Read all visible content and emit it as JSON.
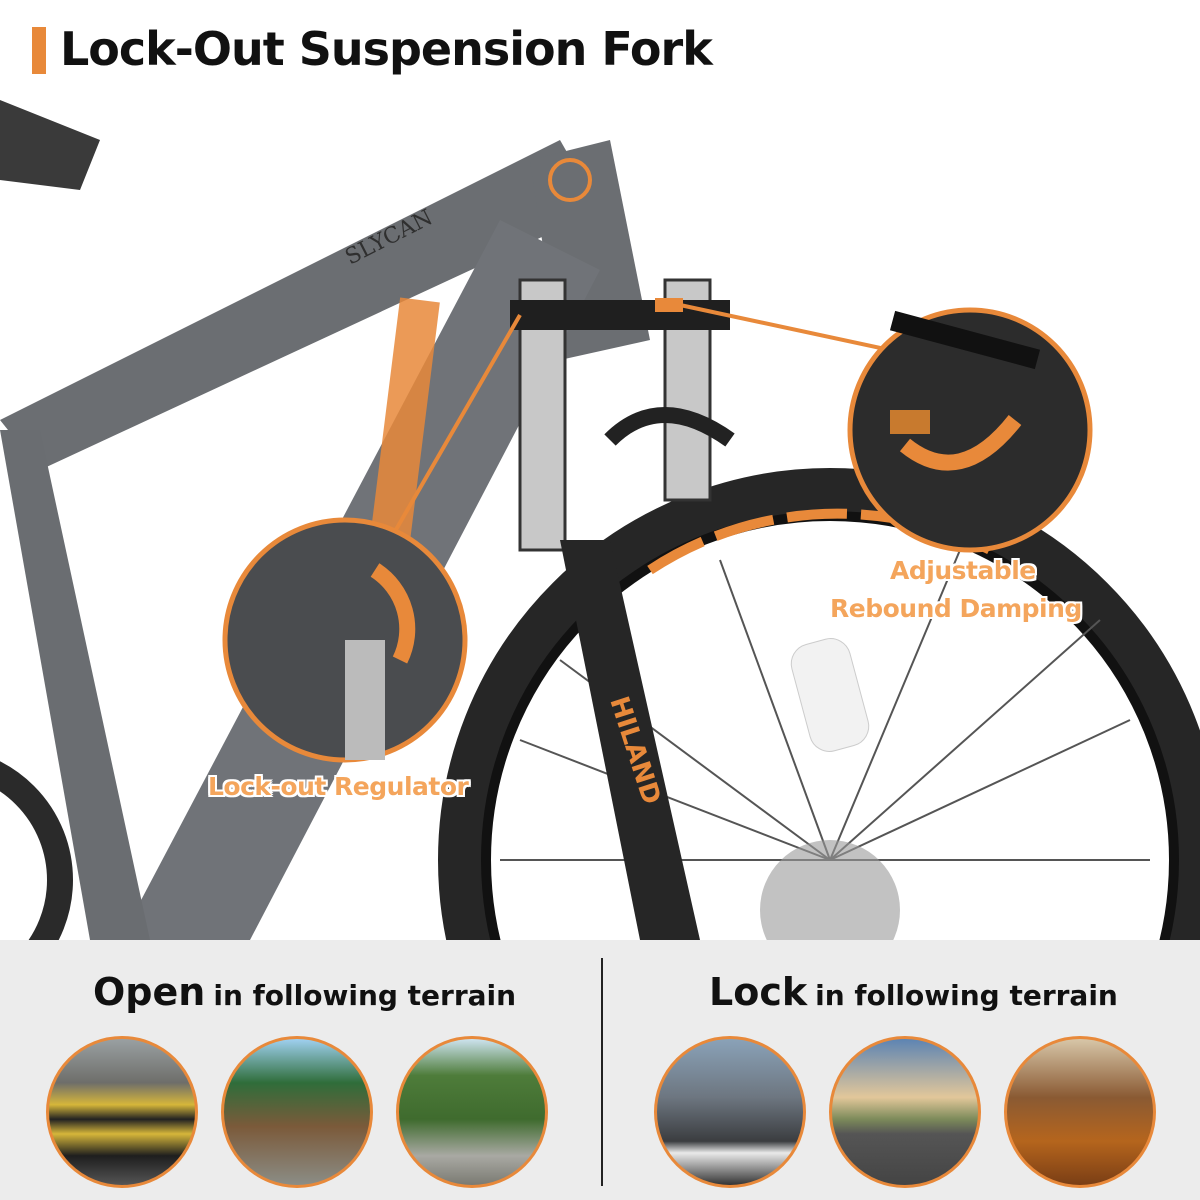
{
  "title": "Lock-Out Suspension Fork",
  "accent_color": "#e8893a",
  "frame_logo": "SLYCAN",
  "fork_logo": "HILAND",
  "callouts": {
    "rebound": {
      "line1": "Adjustable",
      "line2": "Rebound Damping"
    },
    "lockout": "Lock-out Regulator"
  },
  "bottom": {
    "open": {
      "keyword": "Open",
      "rest": "in following terrain",
      "images": [
        "speed-bump",
        "forest-trail",
        "rocky-meadow"
      ]
    },
    "lock": {
      "keyword": "Lock",
      "rest": "in following terrain",
      "images": [
        "city-street",
        "open-road",
        "autumn-forest-rider"
      ]
    }
  }
}
